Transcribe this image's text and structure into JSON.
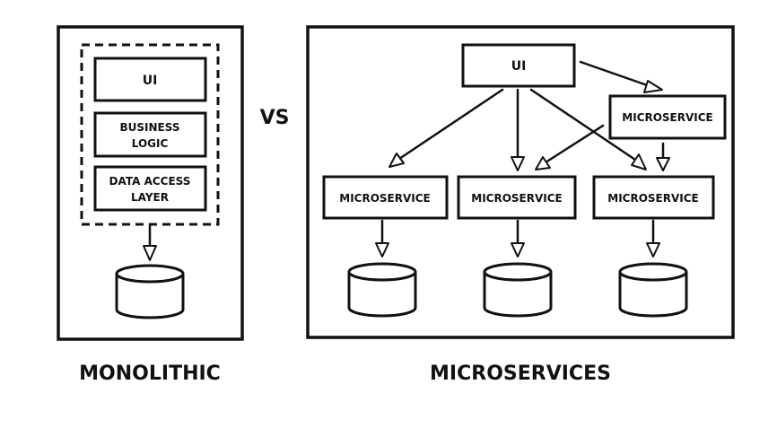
{
  "monolithic": {
    "layers": [
      "UI",
      "BUSINESS\nLOGIC",
      "DATA ACCESS\nLAYER"
    ],
    "caption": "MONOLITHIC"
  },
  "versus": "VS",
  "microservices": {
    "ui": "UI",
    "top_service": "MICROSERVICE",
    "services": [
      "MICROSERVICE",
      "MICROSERVICE",
      "MICROSERVICE"
    ],
    "caption": "MICROSERVICES"
  }
}
